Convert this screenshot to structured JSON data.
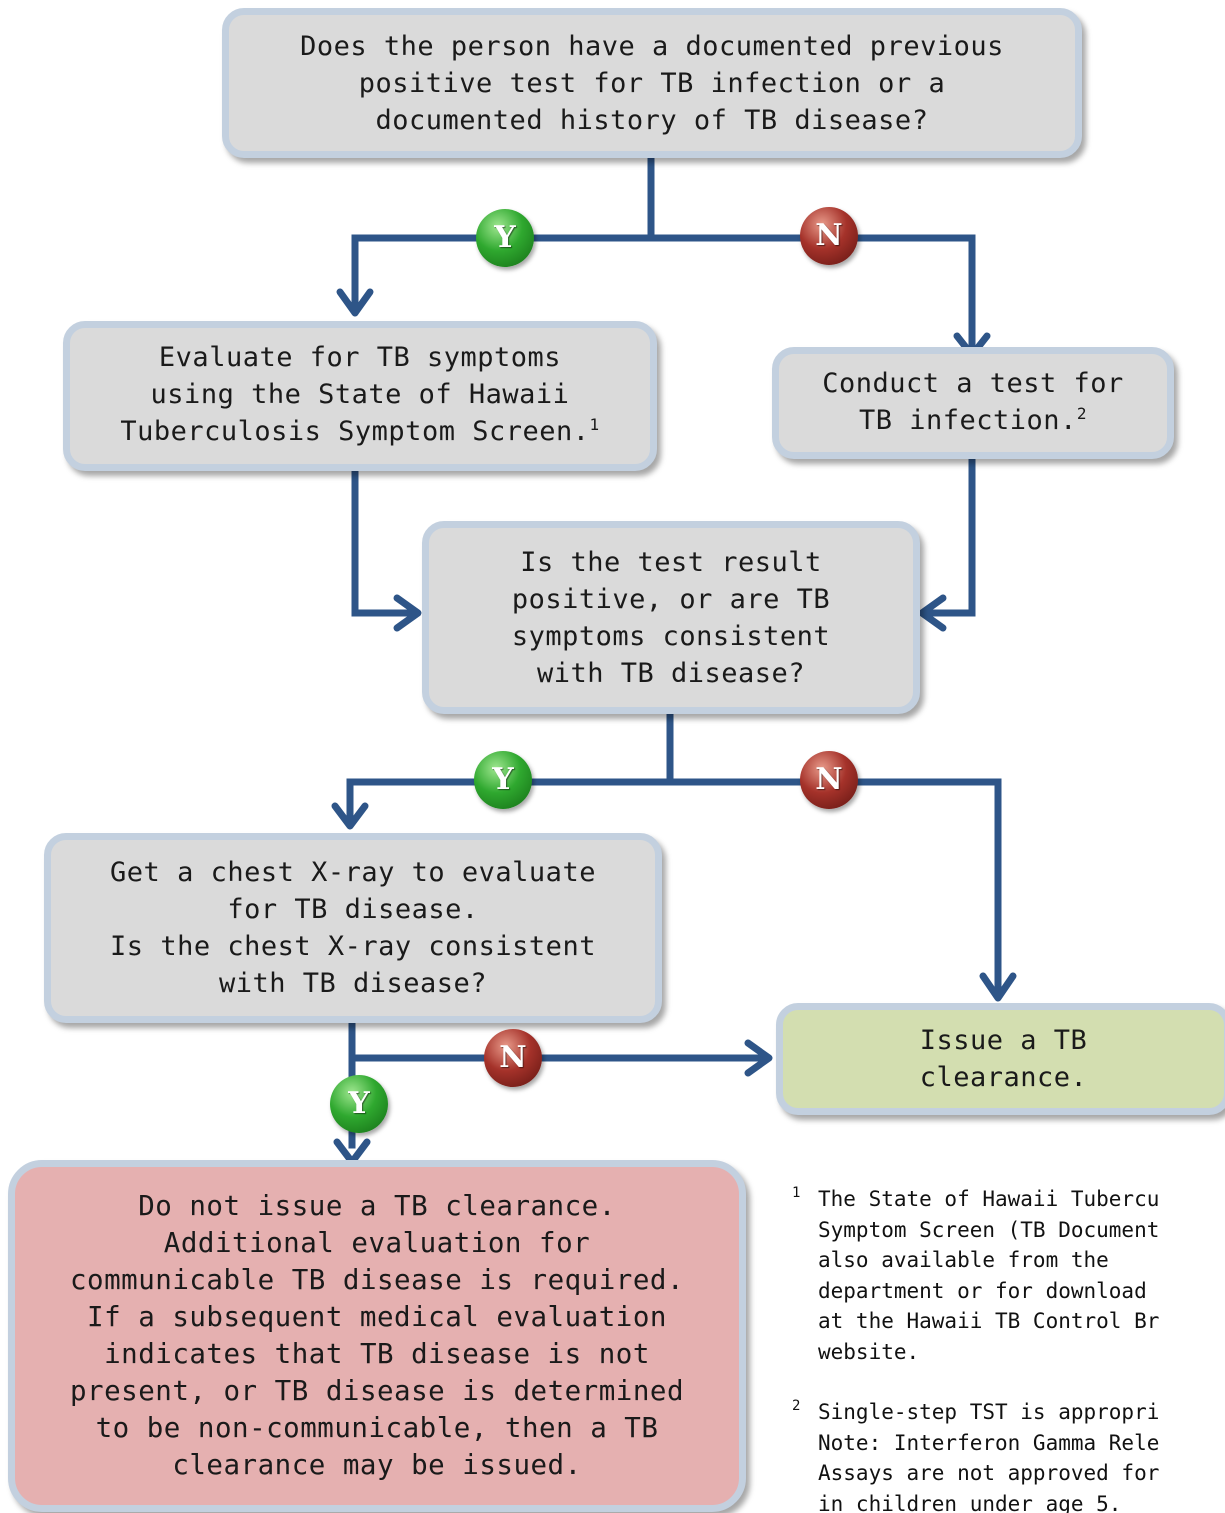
{
  "boxes": {
    "q_history": "Does the person have a documented previous\npositive test for TB infection or a\ndocumented history of TB disease?",
    "evaluate_symptoms": "Evaluate for TB symptoms\nusing the State of Hawaii\nTuberculosis Symptom Screen.",
    "evaluate_symptoms_ref": "1",
    "conduct_test": "Conduct a test for\nTB infection.",
    "conduct_test_ref": "2",
    "q_positive": "Is the test result\npositive, or are TB\nsymptoms consistent\nwith TB disease?",
    "chest_xray": "Get a chest X-ray to evaluate\nfor TB disease.\nIs the chest X-ray consistent\nwith TB disease?",
    "issue_clearance": "Issue a TB\nclearance.",
    "do_not_issue": "Do not issue a TB clearance.\nAdditional evaluation for\ncommunicable TB disease is required.\nIf a subsequent medical evaluation\nindicates that TB disease is not\npresent, or TB disease is determined\nto be non-communicable, then a TB\nclearance may be issued."
  },
  "badges": {
    "yes_label": "Y",
    "no_label": "N"
  },
  "footnotes": [
    {
      "marker": "1",
      "text": "The State of Hawaii Tubercu\nSymptom Screen (TB Document\nalso available from the\ndepartment or for download\nat the Hawaii TB Control Br\nwebsite."
    },
    {
      "marker": "2",
      "text": "Single-step TST is appropri\nNote: Interferon Gamma Rele\nAssays are not approved for\nin children under age 5."
    }
  ],
  "colors": {
    "connector": "#2e5588",
    "box_fill": "#dadada",
    "box_border": "#c3d0df",
    "clearance_fill": "#d3deb0",
    "no_clearance_fill": "#e5b0b0",
    "yes_badge": "#2fa82f",
    "no_badge": "#a5322a"
  }
}
